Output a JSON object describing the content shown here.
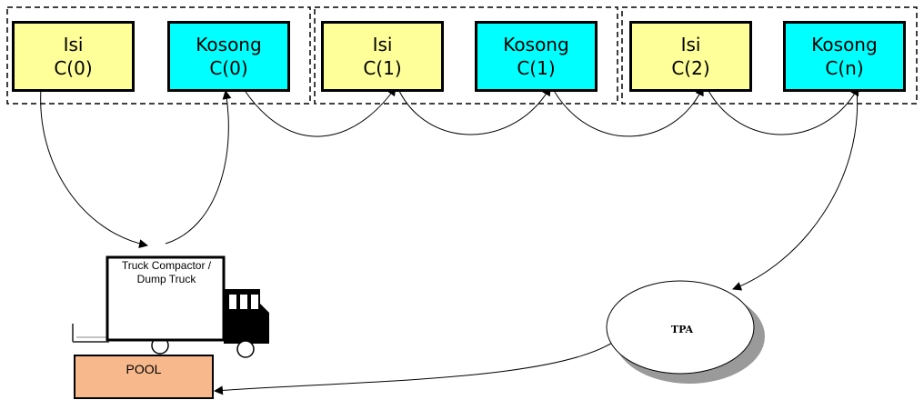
{
  "containers": [
    {
      "top": "Isi",
      "bottom": "C(0)",
      "kind": "isi"
    },
    {
      "top": "Kosong",
      "bottom": "C(0)",
      "kind": "kosong"
    },
    {
      "top": "Isi",
      "bottom": "C(1)",
      "kind": "isi"
    },
    {
      "top": "Kosong",
      "bottom": "C(1)",
      "kind": "kosong"
    },
    {
      "top": "Isi",
      "bottom": "C(2)",
      "kind": "isi"
    },
    {
      "top": "Kosong",
      "bottom": "C(n)",
      "kind": "kosong"
    }
  ],
  "truck": {
    "label": "Truck Compactor / Dump Truck"
  },
  "tpa": {
    "label": "TPA"
  },
  "pool": {
    "label": "POOL"
  },
  "colors": {
    "isi": "#ffff99",
    "kosong": "#00ffff",
    "pool": "#f7b98c",
    "ellipse": "#ffffff",
    "shadow": "#9a9a9a"
  }
}
